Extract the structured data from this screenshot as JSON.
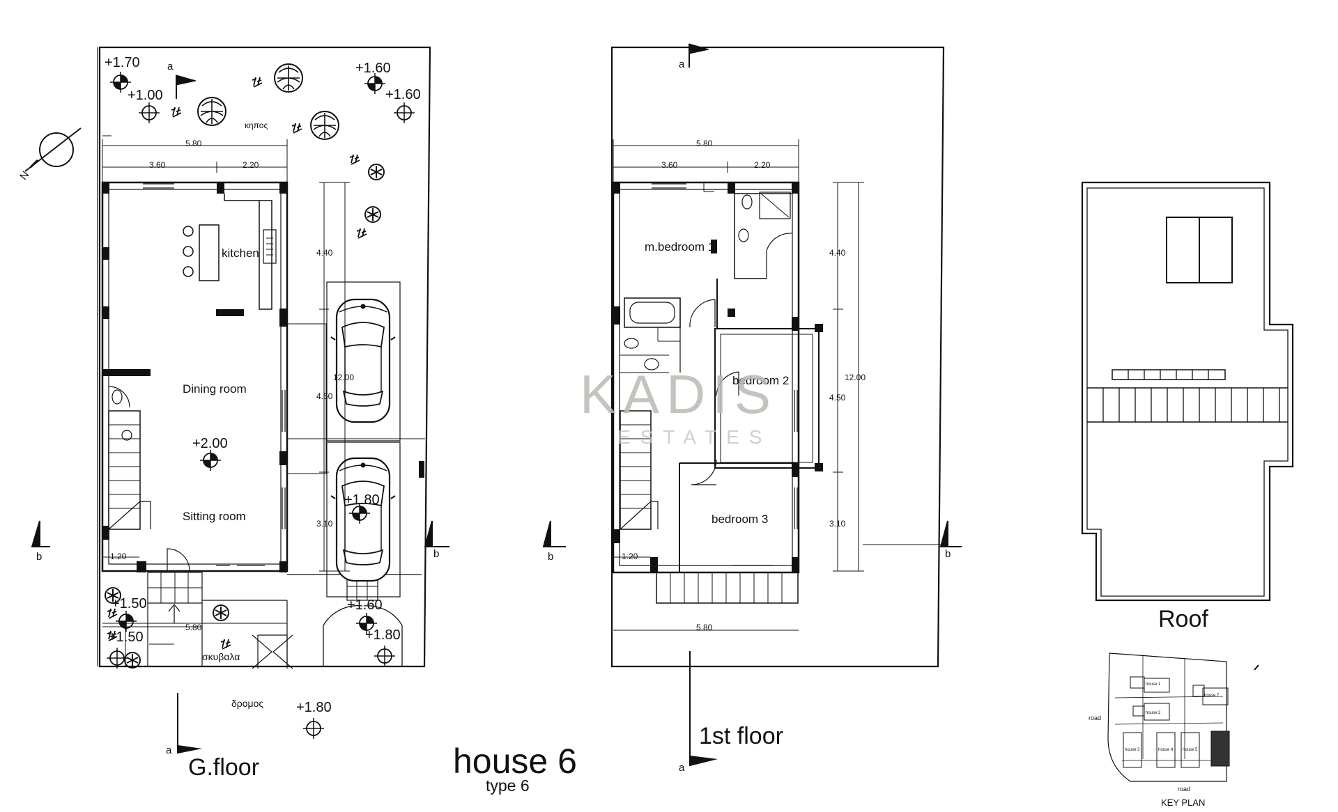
{
  "titles": {
    "house": "house 6",
    "type": "type 6",
    "ground_floor": "G.floor",
    "first_floor": "1st floor",
    "roof": "Roof",
    "key_plan": "KEY PLAN"
  },
  "watermark": {
    "main": "KADIS",
    "sub": "ESTATES",
    "color": "#bdb9b4"
  },
  "ground_floor": {
    "rooms": {
      "kitchen": "kitchen",
      "dining": "Dining room",
      "sitting": "Sitting room"
    },
    "labels": {
      "garden": "κηπος",
      "road": "δρομος",
      "bins": "σκυβαλα"
    },
    "levels": {
      "l1": "+1.70",
      "l2": "+1.00",
      "l3": "+1.60",
      "l4": "+1.60",
      "l5": "+2.00",
      "l6": "+1.80",
      "l7": "+1.50",
      "l8": "+1.50",
      "l9": "+1.60",
      "l10": "+1.80",
      "l11": "+1.80"
    },
    "dims": {
      "top_total": "5.80",
      "top_left": "3.60",
      "top_right": "2.20",
      "side_a": "4.40",
      "side_b": "4.50",
      "side_c": "3.10",
      "side_total": "12.00",
      "stair": "1.20",
      "bottom": "5.80"
    },
    "section_marks": {
      "a": "a",
      "b": "b"
    },
    "north": "N"
  },
  "first_floor": {
    "rooms": {
      "master": "m.bedroom 1",
      "bed2": "bedroom 2",
      "bed3": "bedroom 3"
    },
    "dims": {
      "top_total": "5.80",
      "top_left": "3.60",
      "top_right": "2.20",
      "side_a": "4.40",
      "side_b": "4.50",
      "side_c": "3.10",
      "side_total": "12.00",
      "stair": "1.20",
      "bottom": "5.80"
    },
    "section_marks": {
      "a": "a",
      "b": "b"
    }
  },
  "key_plan": {
    "road": "road",
    "road2": "road",
    "houses": [
      "house 1",
      "house 2",
      "house 3",
      "house 4",
      "house 5",
      "house 7"
    ]
  }
}
